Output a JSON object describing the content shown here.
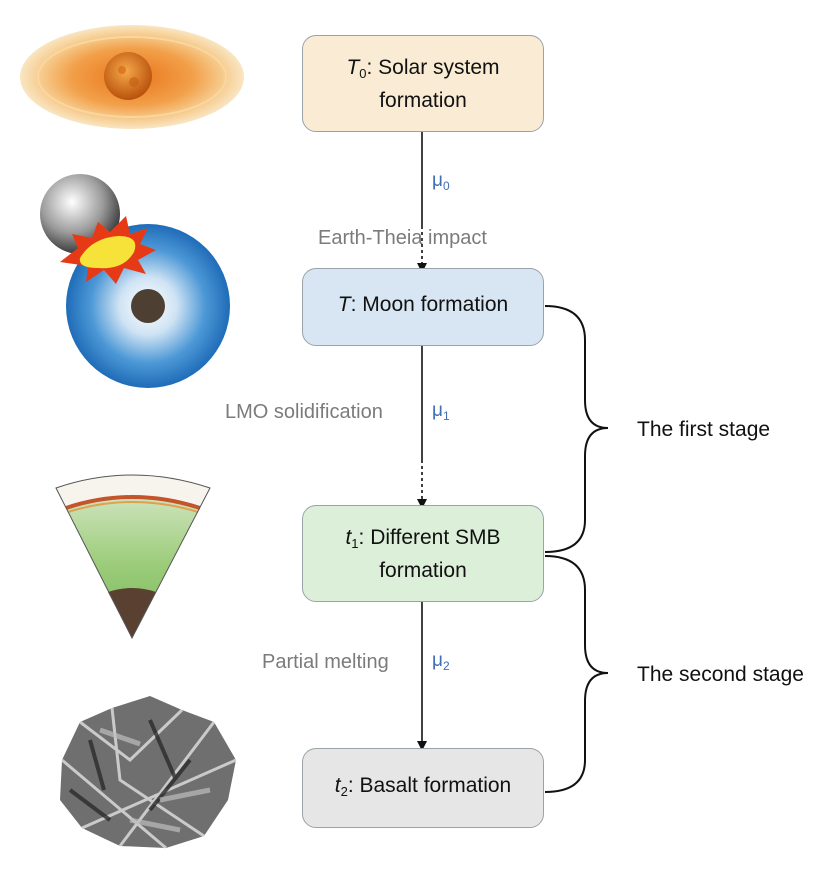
{
  "nodes": [
    {
      "sym": "T",
      "sub": "0",
      "line1": ": Solar system",
      "line2": "formation"
    },
    {
      "sym": "T",
      "sub": "",
      "line1": ": Moon formation",
      "line2": ""
    },
    {
      "sym": "t",
      "sub": "1",
      "line1": ": Different SMB",
      "line2": "formation"
    },
    {
      "sym": "t",
      "sub": "2",
      "line1": ": Basalt formation",
      "line2": ""
    }
  ],
  "edges": [
    {
      "label": "Earth-Theia impact",
      "mu": "μ",
      "mu_sub": "0"
    },
    {
      "label": "LMO solidification",
      "mu": "μ",
      "mu_sub": "1"
    },
    {
      "label": "Partial melting",
      "mu": "μ",
      "mu_sub": "2"
    }
  ],
  "stages": [
    "The first stage",
    "The second stage"
  ],
  "illustrations": [
    "solar-nebula-illustration",
    "impact-illustration",
    "lunar-wedge-illustration",
    "basalt-rock-illustration"
  ],
  "colors": {
    "node0": "#faecd4",
    "node1": "#d7e6f2",
    "node2": "#dcefd9",
    "node3": "#e6e6e6",
    "mu": "#3f6fb5"
  }
}
